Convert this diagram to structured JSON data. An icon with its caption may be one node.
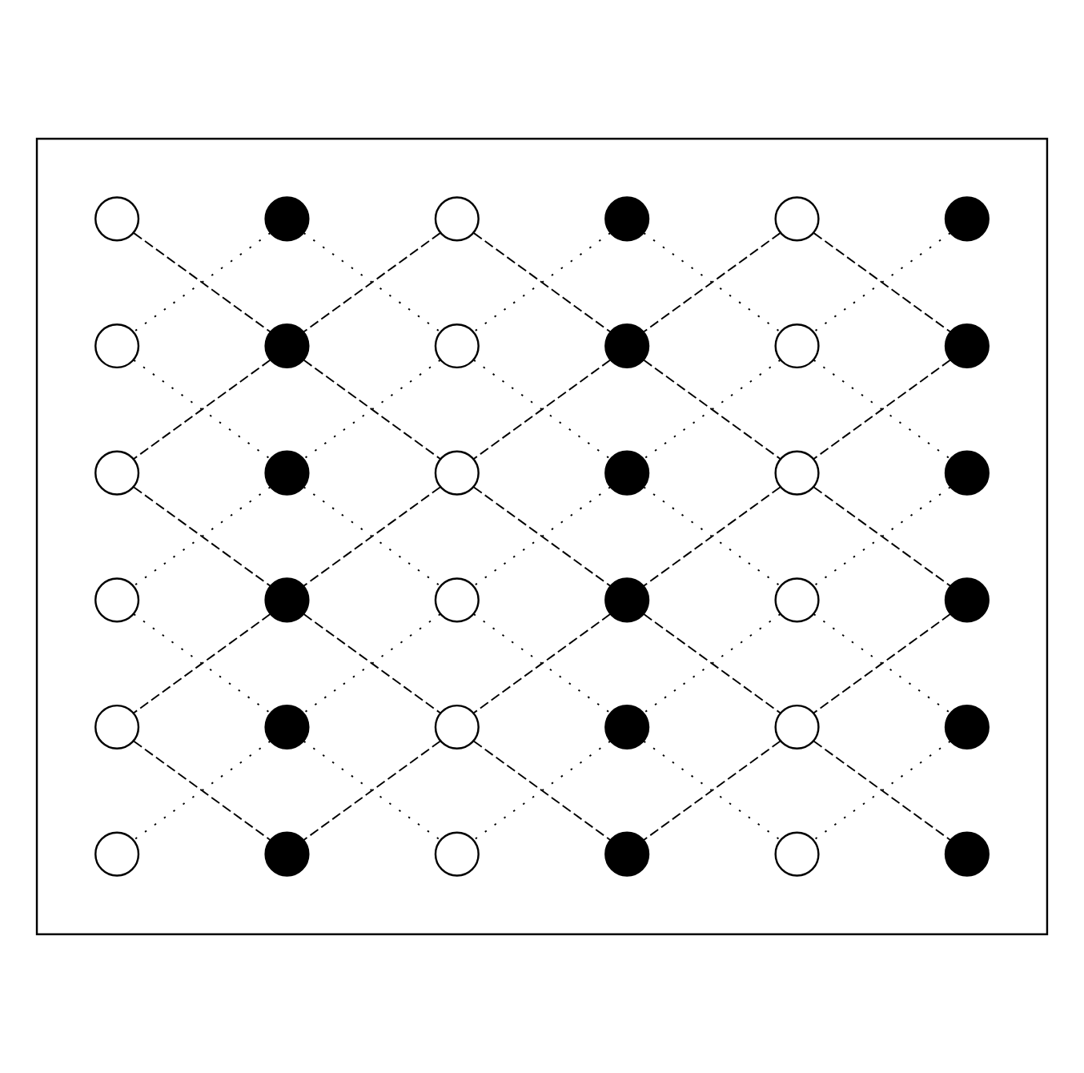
{
  "diagram": {
    "nodes": [
      {
        "text": [],
        "shape": "box"
      },
      {
        "text": [],
        "shape": "circle",
        "in": 0
      },
      {
        "text": [],
        "shape": "circle",
        "in": 0
      },
      {
        "text": [],
        "shape": "circle",
        "in": 0
      },
      {
        "text": [],
        "shape": "circle",
        "in": 0
      },
      {
        "text": [],
        "shape": "circle",
        "in": 0
      },
      {
        "text": [],
        "shape": "circle",
        "in": 0
      },
      {
        "text": [],
        "shape": "circle",
        "in": 0
      },
      {
        "text": [],
        "shape": "circle",
        "in": 0
      },
      {
        "text": [],
        "shape": "circle",
        "in": 0
      },
      {
        "text": [],
        "shape": "circle",
        "in": 0
      },
      {
        "text": [],
        "shape": "circle",
        "in": 0
      },
      {
        "text": [],
        "shape": "circle",
        "in": 0
      },
      {
        "text": [],
        "shape": "circle",
        "in": 0
      },
      {
        "text": [],
        "shape": "circle",
        "in": 0
      },
      {
        "text": [],
        "shape": "circle",
        "in": 0
      },
      {
        "text": [],
        "shape": "circle",
        "in": 0
      },
      {
        "text": [],
        "shape": "circle",
        "in": 0
      },
      {
        "text": [],
        "shape": "circle",
        "in": 0
      },
      {
        "text": [],
        "shape": "circle",
        "in": 0
      },
      {
        "text": [],
        "shape": "circle",
        "in": 0
      },
      {
        "text": [],
        "shape": "circle",
        "in": 0
      },
      {
        "text": [],
        "shape": "circle",
        "in": 0
      },
      {
        "text": [],
        "shape": "circle",
        "in": 0
      },
      {
        "text": [],
        "shape": "circle",
        "in": 0
      },
      {
        "text": [],
        "shape": "circle",
        "in": 0
      },
      {
        "text": [],
        "shape": "circle",
        "in": 0
      },
      {
        "text": [],
        "shape": "circle",
        "in": 0
      },
      {
        "text": [],
        "shape": "circle",
        "in": 0
      },
      {
        "text": [],
        "shape": "circle",
        "in": 0
      },
      {
        "text": [],
        "shape": "circle",
        "in": 0
      },
      {
        "text": [],
        "shape": "circle",
        "in": 0
      },
      {
        "text": [],
        "shape": "circle",
        "in": 0
      },
      {
        "text": [],
        "shape": "circle",
        "in": 0
      },
      {
        "text": [],
        "shape": "circle",
        "in": 0
      },
      {
        "text": [],
        "shape": "circle",
        "in": 0
      },
      {
        "text": [],
        "shape": "circle",
        "in": 0
      }
    ],
    "edges": [
      {
        "from": 1,
        "to": 8,
        "arrow": "none",
        "style": "dashed"
      },
      {
        "from": 2,
        "to": 7,
        "arrow": "none"
      },
      {
        "from": 2,
        "to": 9,
        "arrow": "none"
      },
      {
        "from": 3,
        "to": 8,
        "arrow": "none",
        "style": "dashed"
      },
      {
        "from": 3,
        "to": 10,
        "arrow": "none",
        "style": "dashed"
      },
      {
        "from": 4,
        "to": 9,
        "arrow": "none"
      },
      {
        "from": 4,
        "to": 11,
        "arrow": "none"
      },
      {
        "from": 5,
        "to": 10,
        "arrow": "none",
        "style": "dashed"
      },
      {
        "from": 5,
        "to": 12,
        "arrow": "none",
        "style": "dashed"
      },
      {
        "from": 6,
        "to": 11,
        "arrow": "none"
      },
      {
        "from": 7,
        "to": 14,
        "arrow": "none"
      },
      {
        "from": 8,
        "to": 13,
        "arrow": "none",
        "style": "dashed"
      },
      {
        "from": 8,
        "to": 15,
        "arrow": "none",
        "style": "dashed"
      },
      {
        "from": 9,
        "to": 14,
        "arrow": "none"
      },
      {
        "from": 9,
        "to": 16,
        "arrow": "none"
      },
      {
        "from": 10,
        "to": 15,
        "arrow": "none",
        "style": "dashed"
      },
      {
        "from": 10,
        "to": 17,
        "arrow": "none",
        "style": "dashed"
      },
      {
        "from": 11,
        "to": 16,
        "arrow": "none"
      },
      {
        "from": 11,
        "to": 18,
        "arrow": "none"
      },
      {
        "from": 12,
        "to": 17,
        "arrow": "none",
        "style": "dashed"
      },
      {
        "from": 13,
        "to": 20,
        "arrow": "none",
        "style": "dashed"
      },
      {
        "from": 14,
        "to": 19,
        "arrow": "none"
      },
      {
        "from": 14,
        "to": 21,
        "arrow": "none"
      },
      {
        "from": 15,
        "to": 20,
        "arrow": "none",
        "style": "dashed"
      },
      {
        "from": 15,
        "to": 22,
        "arrow": "none",
        "style": "dashed"
      },
      {
        "from": 16,
        "to": 21,
        "arrow": "none"
      },
      {
        "from": 16,
        "to": 23,
        "arrow": "none"
      },
      {
        "from": 17,
        "to": 22,
        "arrow": "none",
        "style": "dashed"
      },
      {
        "from": 17,
        "to": 24,
        "arrow": "none",
        "style": "dashed"
      },
      {
        "from": 18,
        "to": 23,
        "arrow": "none"
      },
      {
        "from": 19,
        "to": 26,
        "arrow": "none"
      },
      {
        "from": 20,
        "to": 25,
        "arrow": "none",
        "style": "dashed"
      },
      {
        "from": 20,
        "to": 27,
        "arrow": "none",
        "style": "dashed"
      },
      {
        "from": 21,
        "to": 26,
        "arrow": "none"
      },
      {
        "from": 21,
        "to": 28,
        "arrow": "none"
      },
      {
        "from": 22,
        "to": 27,
        "arrow": "none",
        "style": "dashed"
      },
      {
        "from": 22,
        "to": 29,
        "arrow": "none",
        "style": "dashed"
      },
      {
        "from": 23,
        "to": 28,
        "arrow": "none"
      },
      {
        "from": 23,
        "to": 30,
        "arrow": "none"
      },
      {
        "from": 24,
        "to": 29,
        "arrow": "none",
        "style": "dashed"
      },
      {
        "from": 25,
        "to": 32,
        "arrow": "none",
        "style": "dashed"
      },
      {
        "from": 26,
        "to": 31,
        "arrow": "none"
      },
      {
        "from": 26,
        "to": 33,
        "arrow": "none"
      },
      {
        "from": 27,
        "to": 32,
        "arrow": "none",
        "style": "dashed"
      },
      {
        "from": 27,
        "to": 34,
        "arrow": "none",
        "style": "dashed"
      },
      {
        "from": 28,
        "to": 33,
        "arrow": "none"
      },
      {
        "from": 28,
        "to": 35,
        "arrow": "none"
      },
      {
        "from": 29,
        "to": 34,
        "arrow": "none",
        "style": "dashed"
      },
      {
        "from": 29,
        "to": 36,
        "arrow": "none",
        "style": "dashed"
      },
      {
        "from": 30,
        "to": 35,
        "arrow": "none"
      }
    ]
  }
}
